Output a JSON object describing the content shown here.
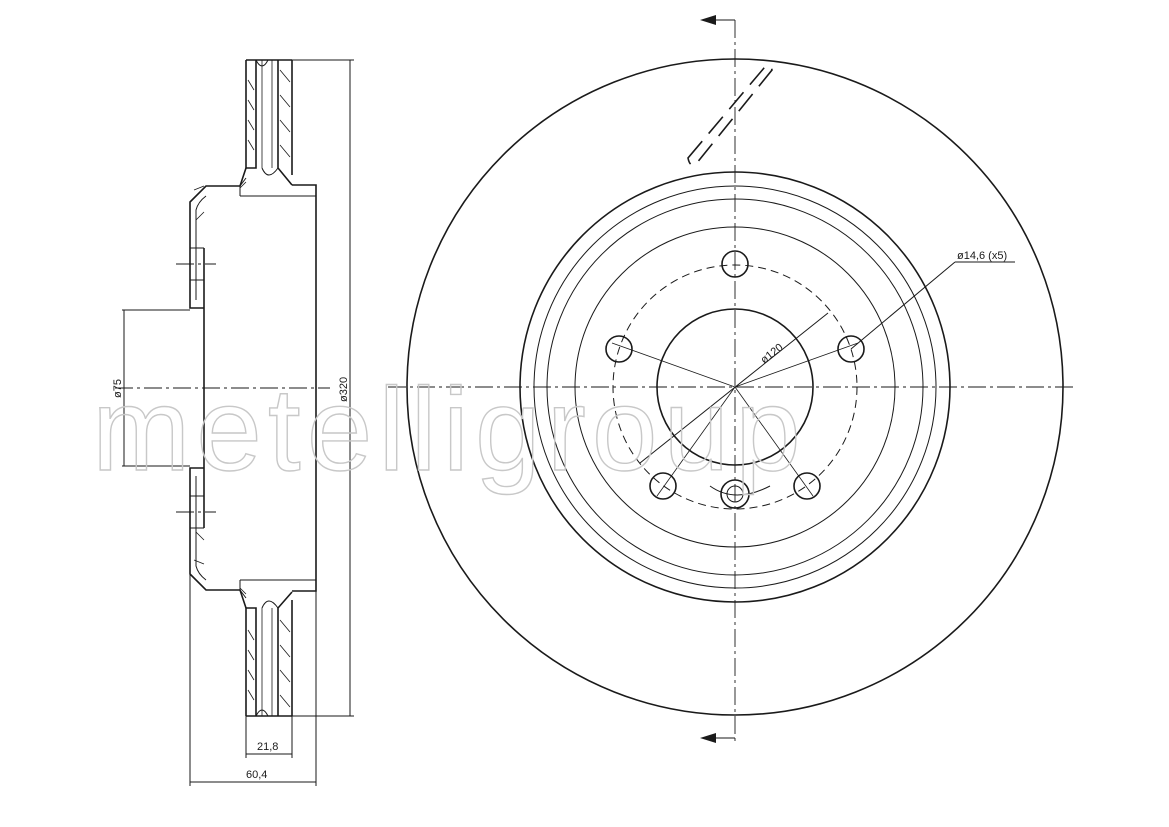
{
  "watermark": "metelligroup",
  "dimensions": {
    "hub_bore": "ø75",
    "outer_diameter": "ø320",
    "pcd": "ø120",
    "bolt_holes": "ø14,6 (x5)",
    "disc_thickness": "21,8",
    "overall_height": "60,4"
  },
  "colors": {
    "line": "#1a1a1a",
    "watermark": "#c8c8c8",
    "background": "#ffffff"
  }
}
